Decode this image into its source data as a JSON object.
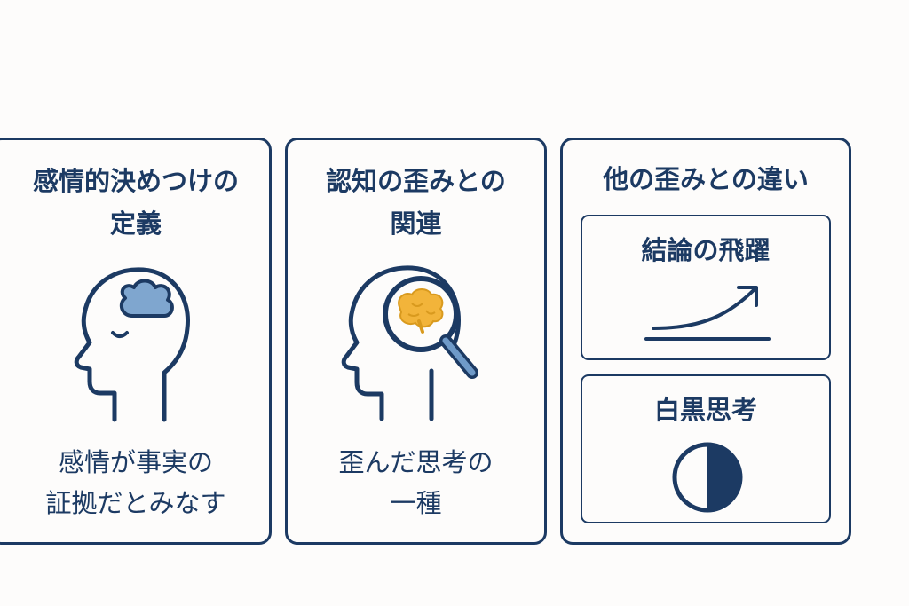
{
  "cards": [
    {
      "title": "感情的決めつけの\n定義",
      "icon": "head-with-cloud-icon",
      "caption": "感情が事実の\n証拠だとみなす"
    },
    {
      "title": "認知の歪みとの\n関連",
      "icon": "head-with-magnifier-icon",
      "caption": "歪んだ思考の\n一種"
    },
    {
      "title": "他の歪みとの違い",
      "subcards": [
        {
          "title": "結論の飛躍",
          "icon": "rising-arrow-icon"
        },
        {
          "title": "白黒思考",
          "icon": "half-circle-icon"
        }
      ]
    }
  ],
  "colors": {
    "navy": "#1c3a63",
    "cloud_blue": "#7fa6cf",
    "brain_yellow": "#f2b43a",
    "magnifier_blue": "#6f9ac8",
    "background": "#fdfcfb"
  }
}
